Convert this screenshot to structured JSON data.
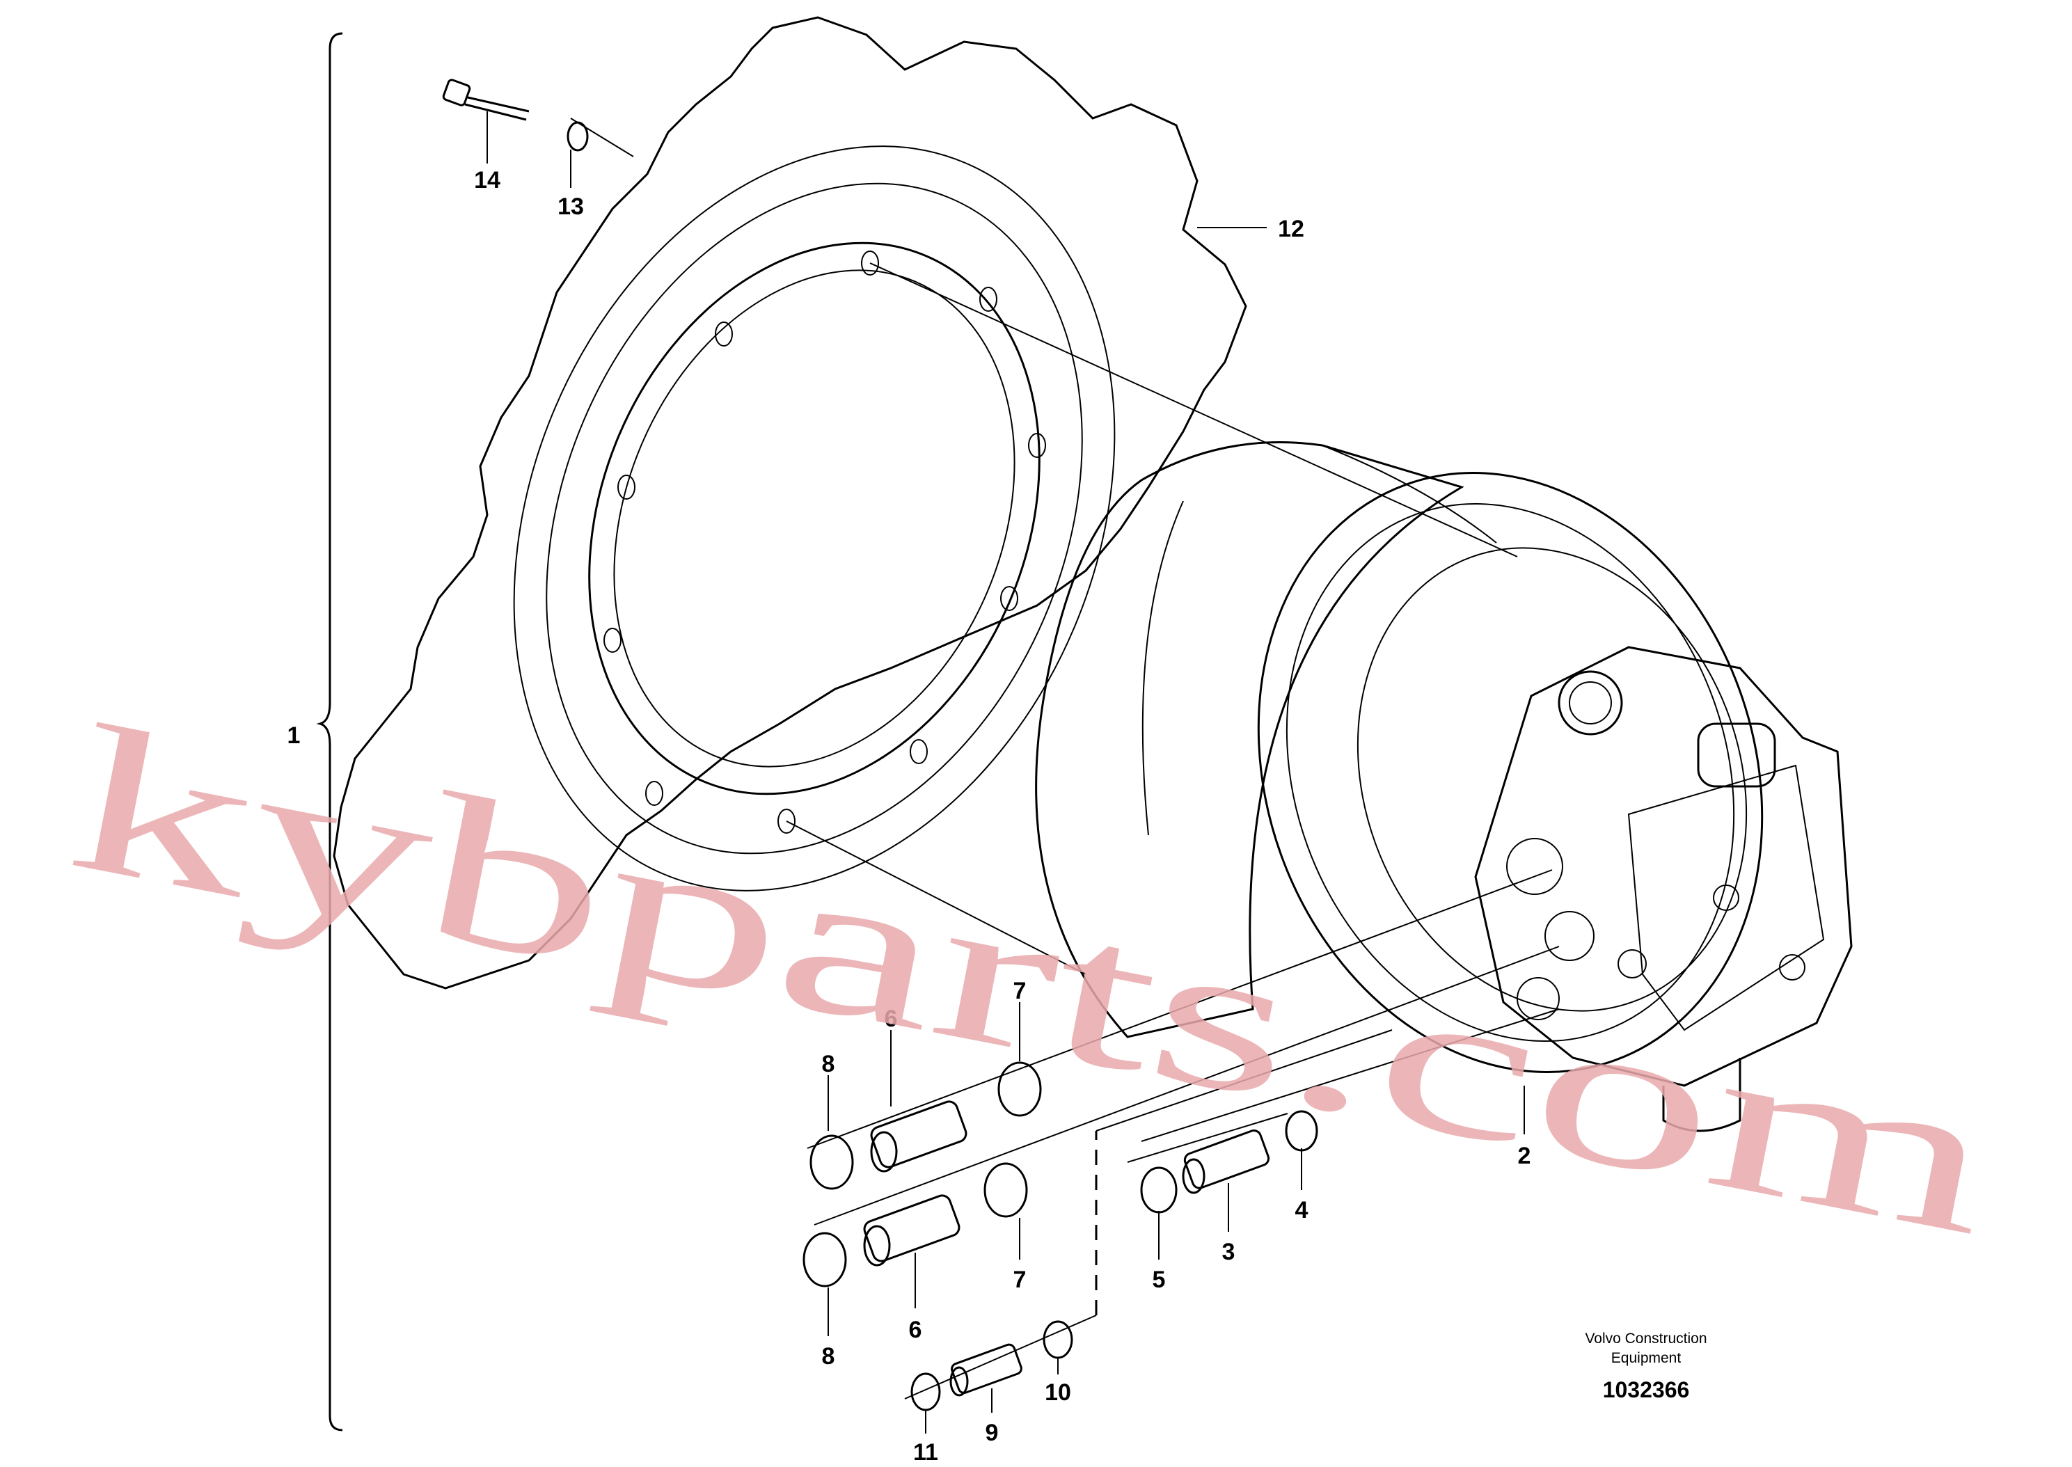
{
  "diagram": {
    "callouts": {
      "c1": "1",
      "c2": "2",
      "c3": "3",
      "c4": "4",
      "c5": "5",
      "c6a": "6",
      "c6b": "6",
      "c7a": "7",
      "c7b": "7",
      "c8a": "8",
      "c8b": "8",
      "c9": "9",
      "c10": "10",
      "c11": "11",
      "c12": "12",
      "c13": "13",
      "c14": "14"
    },
    "publisher_line1": "Volvo Construction",
    "publisher_line2": "Equipment",
    "drawing_number": "1032366"
  },
  "watermark": {
    "text": "kybparts.com",
    "color": "#e9a9ac"
  }
}
